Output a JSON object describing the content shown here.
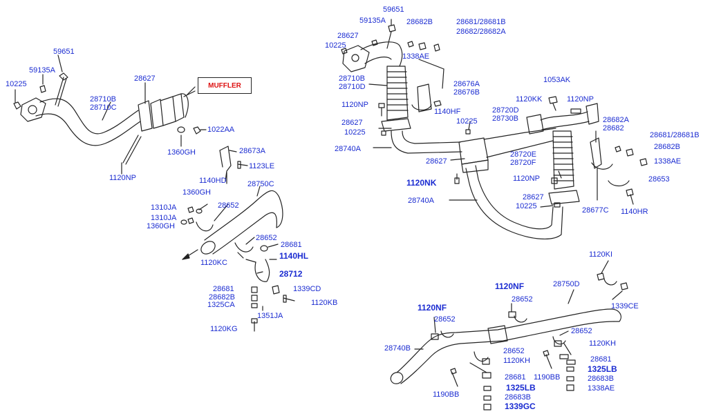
{
  "labels": {
    "p1_59651": "59651",
    "p1_59135a": "59135A",
    "p1_10225": "10225",
    "p1_28627": "28627",
    "p1_28710b": "28710B",
    "p1_28710c": "28710C",
    "p1_1022aa": "1022AA",
    "p1_1360gh": "1360GH",
    "p1_1120np": "1120NP",
    "muffler": "MUFFLER",
    "p2_28673a": "28673A",
    "p2_1123le": "1123LE",
    "p2_1140hd": "1140HD",
    "p2_1360gh": "1360GH",
    "p2_28750c": "28750C",
    "p2_1310ja_a": "1310JA",
    "p2_28652_a": "28652",
    "p2_1310ja_b": "1310JA",
    "p2_1360gh_b": "1360GH",
    "p2_28652_b": "28652",
    "p2_28681": "28681",
    "p2_1120kc": "1120KC",
    "p2_1140hl": "1140HL",
    "p2_28712": "28712",
    "p2_28681_b": "28681",
    "p2_1339cd": "1339CD",
    "p2_28682b": "28682B",
    "p2_1325ca": "1325CA",
    "p2_1120kb": "1120KB",
    "p2_1351ja": "1351JA",
    "p2_1120kg": "1120KG",
    "p3_59651": "59651",
    "p3_59135a": "59135A",
    "p3_28682b": "28682B",
    "p3_28681_28681b": "28681/28681B",
    "p3_28682_28682a": "28682/28682A",
    "p3_28627": "28627",
    "p3_10225": "10225",
    "p3_1338ae": "1338AE",
    "p3_28710b": "28710B",
    "p3_28710d": "28710D",
    "p3_28676a": "28676A",
    "p3_28676b": "28676B",
    "p3_1053ak": "1053AK",
    "p3_1120np": "1120NP",
    "p3_1140hf": "1140HF",
    "p3_1120kk": "1120KK",
    "p3_1120np_b": "1120NP",
    "p3_28720d": "28720D",
    "p3_28730b": "28730B",
    "p3_28627_b": "28627",
    "p3_10225_b": "10225",
    "p3_10225_c": "10225",
    "p3_28682a": "28682A",
    "p3_28682": "28682",
    "p3_28681_28681b_b": "28681/28681B",
    "p3_28740a": "28740A",
    "p3_28682b_b": "28682B",
    "p3_1338ae_b": "1338AE",
    "p3_28720e": "28720E",
    "p3_28720f": "28720F",
    "p3_28627_c": "28627",
    "p3_1120nk": "1120NK",
    "p3_1120np_c": "1120NP",
    "p3_28653": "28653",
    "p3_28627_d": "28627",
    "p3_28740a_b": "28740A",
    "p3_10225_d": "10225",
    "p3_28677c": "28677C",
    "p3_1140hr": "1140HR",
    "p4_1120ki": "1120KI",
    "p4_1120nf": "1120NF",
    "p4_28750d": "28750D",
    "p4_28652": "28652",
    "p4_1339ce": "1339CE",
    "p4_1120nf_b": "1120NF",
    "p4_28652_b": "28652",
    "p4_28652_c": "28652",
    "p4_1120kh": "1120KH",
    "p4_28740b": "28740B",
    "p4_28652_d": "28652",
    "p4_1120kh_b": "1120KH",
    "p4_28681": "28681",
    "p4_1190bb": "1190BB",
    "p4_28681_b": "28681",
    "p4_1325lb": "1325LB",
    "p4_28683b": "28683B",
    "p4_1190bb_b": "1190BB",
    "p4_1325lb_b": "1325LB",
    "p4_28683b_b": "28683B",
    "p4_1338ae": "1338AE",
    "p4_1339gc": "1339GC"
  },
  "colors": {
    "label": "#1a2bd1",
    "line": "#222222",
    "muffler_text": "#dd1111"
  }
}
